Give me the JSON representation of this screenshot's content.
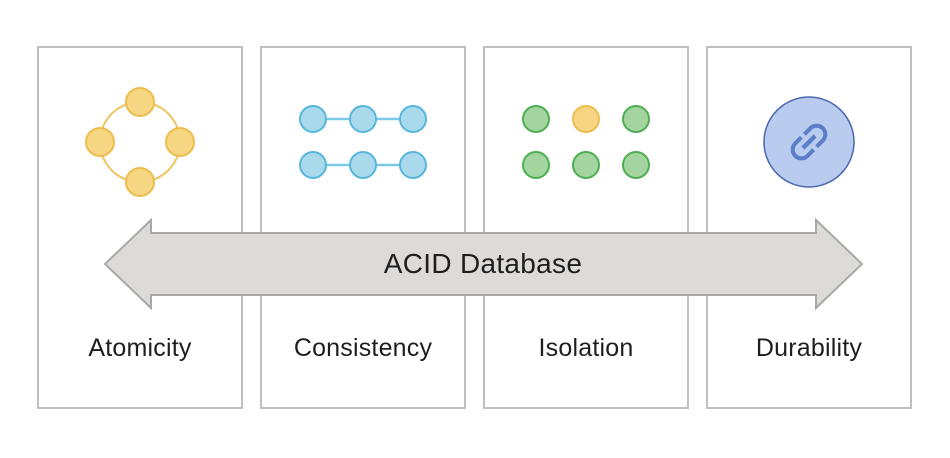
{
  "diagram": {
    "type": "ACID properties overview",
    "arrow": {
      "label": "ACID Database",
      "direction": "double-headed-horizontal"
    },
    "panels": [
      {
        "id": "atomicity",
        "label": "Atomicity",
        "icon": "atomicity-cycle-icon",
        "icon_description": "four yellow nodes on a circular ring"
      },
      {
        "id": "consistency",
        "label": "Consistency",
        "icon": "consistency-linked-nodes-icon",
        "icon_description": "two rows of three blue nodes joined by lines"
      },
      {
        "id": "isolation",
        "label": "Isolation",
        "icon": "isolation-separate-nodes-icon",
        "icon_description": "two rows of three unconnected nodes, one yellow among green"
      },
      {
        "id": "durability",
        "label": "Durability",
        "icon": "durability-chain-link-icon",
        "icon_description": "blue disc with chain link glyph"
      }
    ]
  },
  "colors": {
    "yellow_fill": "#F6D583",
    "yellow_stroke": "#EDBD4E",
    "yellow_ring": "#F0C55F",
    "blue_fill": "#A9DAEB",
    "blue_stroke": "#58B6DC",
    "blue_line": "#7FC9E8",
    "green_fill": "#A4D5A0",
    "green_stroke": "#4FAE52",
    "periwinkle_fill": "#B9CBEE",
    "periwinkle_stroke": "#4B69AF",
    "link_glyph": "#5B7EC8",
    "arrow_fill": "#DCDBD9",
    "arrow_stroke": "#A8A8A6",
    "panel_border": "#BFBFBF",
    "text": "#1E1E1E"
  }
}
